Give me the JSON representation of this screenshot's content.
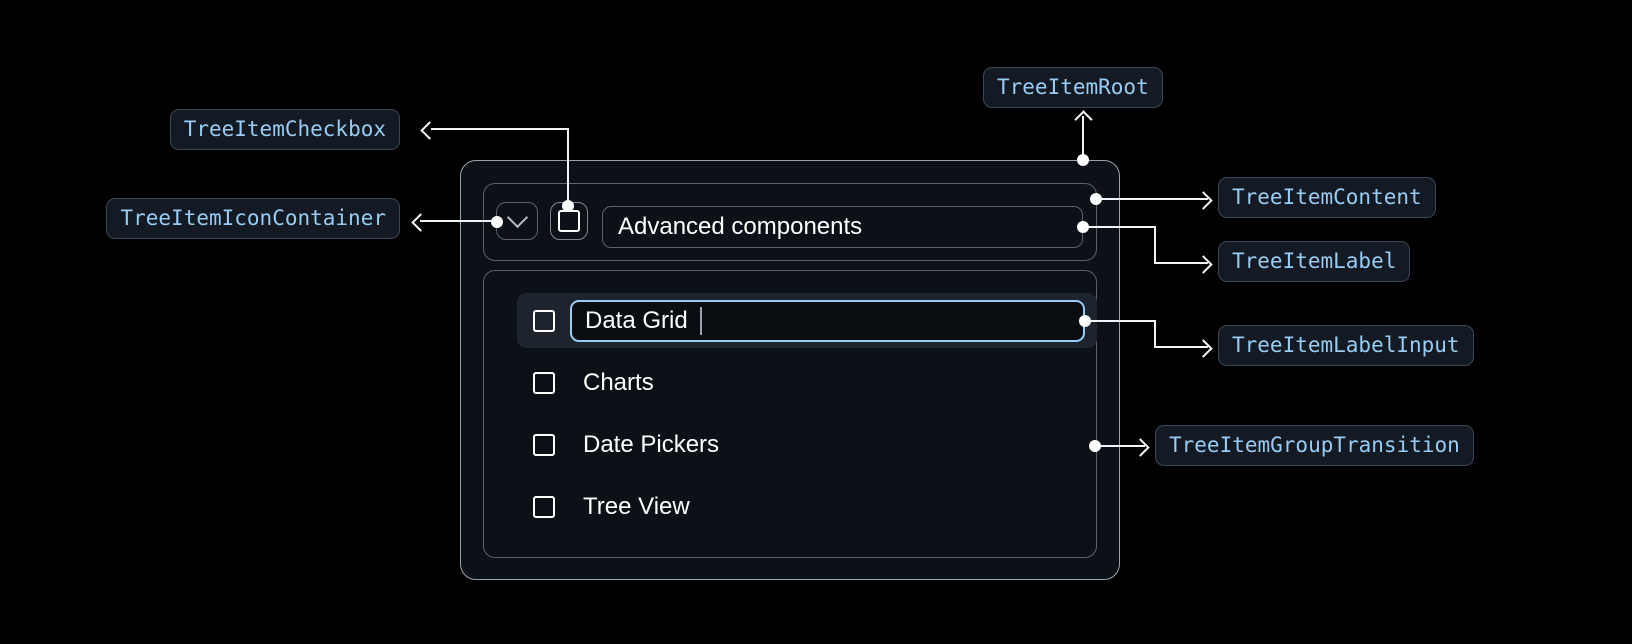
{
  "annotations": {
    "root": "TreeItemRoot",
    "checkbox": "TreeItemCheckbox",
    "icon_container": "TreeItemIconContainer",
    "content": "TreeItemContent",
    "label": "TreeItemLabel",
    "label_input": "TreeItemLabelInput",
    "group_transition": "TreeItemGroupTransition"
  },
  "tree": {
    "parent_item": {
      "label": "Advanced components",
      "expanded": true,
      "checkbox_checked": false,
      "expand_icon": "chevron-down-icon"
    },
    "group_items": [
      {
        "label": "Data Grid",
        "editing": true,
        "checkbox_checked": false
      },
      {
        "label": "Charts",
        "checkbox_checked": false
      },
      {
        "label": "Date Pickers",
        "checkbox_checked": false
      },
      {
        "label": "Tree View",
        "checkbox_checked": false
      }
    ]
  },
  "colors": {
    "background": "#000000",
    "badge_text": "#99ccf3",
    "badge_background": "#131a23",
    "badge_border": "#3b4754",
    "connector": "#f2f5f8",
    "root_border": "#99a2ab",
    "container_border": "#59626d",
    "selected_row_background": "#1d242d",
    "input_focus_border": "#99ccf3",
    "text": "#ffffff"
  }
}
